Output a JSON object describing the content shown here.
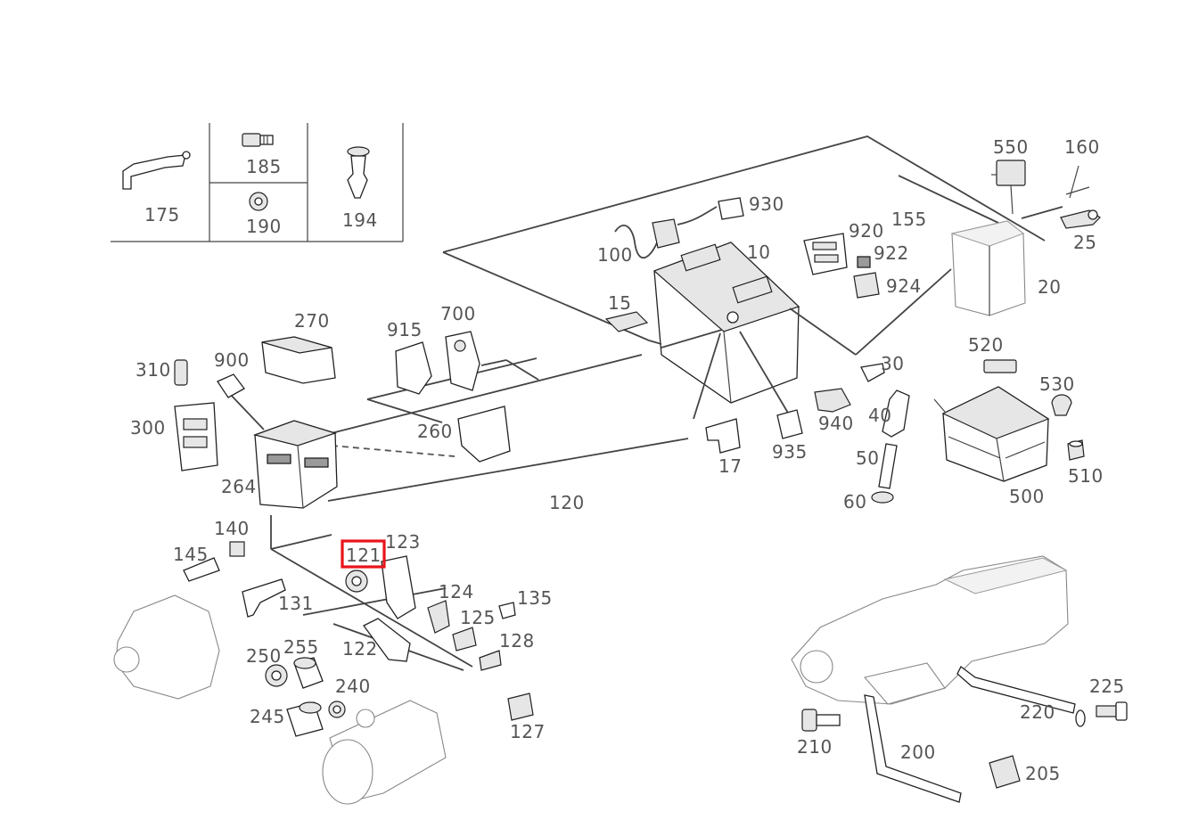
{
  "labels": {
    "p175": "175",
    "p185": "185",
    "p190": "190",
    "p194": "194",
    "p550": "550",
    "p160": "160",
    "p930": "930",
    "p155": "155",
    "p920": "920",
    "p922": "922",
    "p924": "924",
    "p25": "25",
    "p100": "100",
    "p10": "10",
    "p20": "20",
    "p15": "15",
    "p270": "270",
    "p915": "915",
    "p700": "700",
    "p310": "310",
    "p900": "900",
    "p520": "520",
    "p530": "530",
    "p30": "30",
    "p40": "40",
    "p940": "940",
    "p300": "300",
    "p260": "260",
    "p264": "264",
    "p17": "17",
    "p935": "935",
    "p50": "50",
    "p500": "500",
    "p510": "510",
    "p60": "60",
    "p120": "120",
    "p140": "140",
    "p145": "145",
    "p121": "121",
    "p123": "123",
    "p124": "124",
    "p135": "135",
    "p131": "131",
    "p125": "125",
    "p128": "128",
    "p122": "122",
    "p250": "250",
    "p255": "255",
    "p240": "240",
    "p245": "245",
    "p127": "127",
    "p225": "225",
    "p220": "220",
    "p210": "210",
    "p200": "200",
    "p205": "205"
  },
  "highlight": {
    "label": "121",
    "color": "#e8141b"
  }
}
